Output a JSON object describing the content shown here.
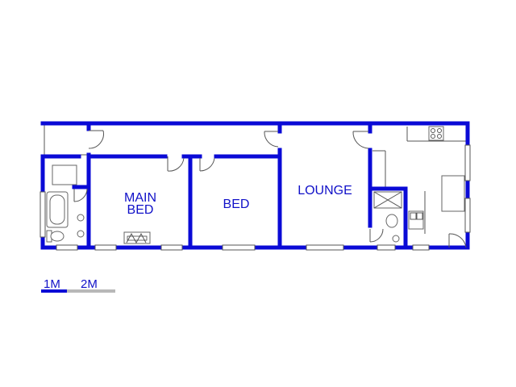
{
  "rooms": {
    "main_bed_line1": "MAIN",
    "main_bed_line2": "BED",
    "bed": "BED",
    "lounge": "LOUNGE"
  },
  "scale": {
    "label_1m": "1M",
    "label_2m": "2M"
  },
  "colors": {
    "wall": "#0a0ad6",
    "text": "#1010c8",
    "scale_bar_primary": "#0a0ad6",
    "scale_bar_secondary": "#b8b8b8"
  }
}
